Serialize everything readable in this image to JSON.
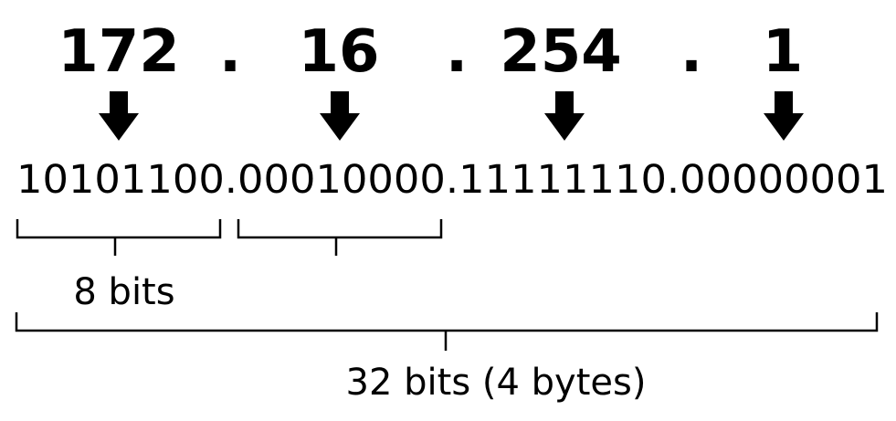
{
  "ip_decimal": {
    "octets": [
      "172",
      "16",
      "254",
      "1"
    ],
    "separator": "."
  },
  "ip_binary": {
    "octets": [
      "10101100",
      "00010000",
      "11111110",
      "00000001"
    ],
    "separator": "."
  },
  "labels": {
    "byte_size": "8 bits",
    "address_size": "32 bits (4 bytes)"
  },
  "icons": {
    "conversion_arrow": "down-arrow-icon"
  }
}
